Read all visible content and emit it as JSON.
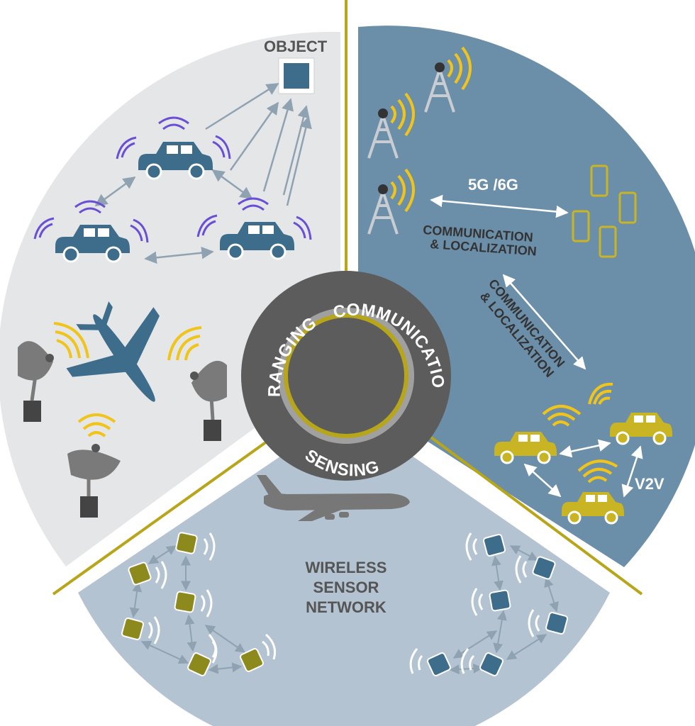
{
  "labels": {
    "object": "OBJECT",
    "g56": "5G /6G",
    "comm_loc_1a": "COMMUNICATION",
    "comm_loc_1b": "& LOCALIZATION",
    "comm_loc_2a": "COMMUNICATION",
    "comm_loc_2b": "& LOCALIZATION",
    "v2v": "V2V",
    "wsn_1": "WIRELESS",
    "wsn_2": "SENSOR",
    "wsn_3": "NETWORK"
  },
  "ring": {
    "ranging": "RANGING",
    "communication": "COMMUNICATION",
    "sensing": "SENSING"
  },
  "colors": {
    "ranging_bg": "#e5e6e7",
    "communication_bg": "#6c8fa9",
    "sensing_bg": "#b3c3d1",
    "accent_gold": "#b7a51a",
    "signal_yellow": "#f0c419",
    "signal_purple": "#6a4fd6",
    "car_blue": "#3e6d8c",
    "ring_dark": "#5c5c5c",
    "node_olive": "#8c8a1c"
  }
}
